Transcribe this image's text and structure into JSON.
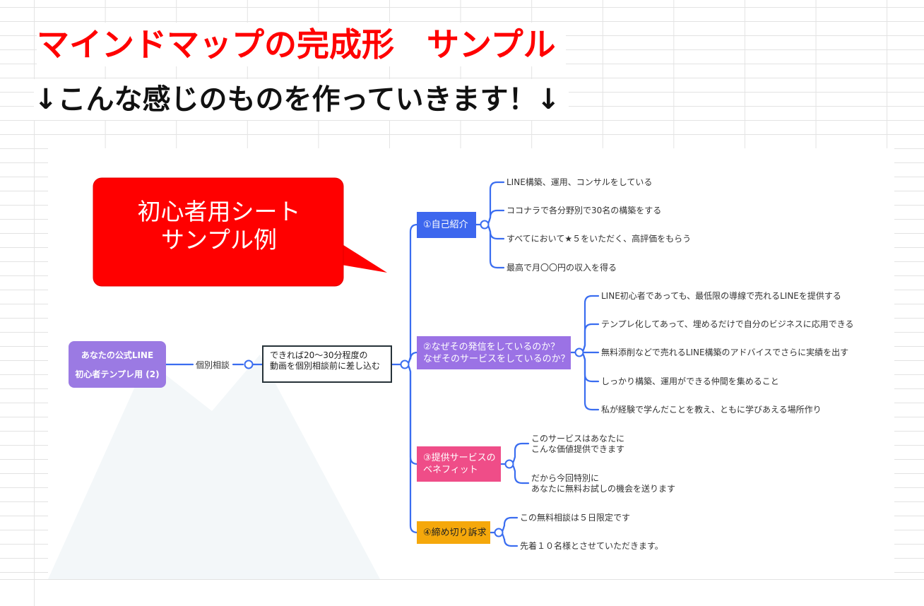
{
  "title": "マインドマップの完成形　サンプル",
  "subtitle": "↓こんな感じのものを作っていきます！↓",
  "callout": {
    "line1": "初心者用シート",
    "line2": "サンプル例",
    "color": "#ff0000"
  },
  "mindmap": {
    "root": {
      "line1": "あなたの公式LINE",
      "line2": "初心者テンプレ用 (2)"
    },
    "edge_label": "個別相談",
    "center": {
      "line1": "できれば20～30分程度の",
      "line2": "動画を個別相談前に差し込む"
    },
    "categories": [
      {
        "lines": [
          "①自己紹介"
        ],
        "color": "#3d67ee",
        "items": [
          [
            "LINE構築、運用、コンサルをしている"
          ],
          [
            "ココナラで各分野別で30名の構築をする"
          ],
          [
            "すべてにおいて★５をいただく、高評価をもらう"
          ],
          [
            "最高で月〇〇円の収入を得る"
          ]
        ]
      },
      {
        "lines": [
          "②なぜその発信をしているのか？",
          "なぜそのサービスをしているのか？"
        ],
        "color": "#9b72e5",
        "items": [
          [
            "LINE初心者であっても、最低限の導線で売れるLINEを提供する"
          ],
          [
            "テンプレ化してあって、埋めるだけで自分のビジネスに応用できる"
          ],
          [
            "無料添削などで売れるLINE構築のアドバイスでさらに実績を出す"
          ],
          [
            "しっかり構築、運用ができる仲間を集めること"
          ],
          [
            "私が経験で学んだことを教え、ともに学びあえる場所作り"
          ]
        ]
      },
      {
        "lines": [
          "③提供サービスの",
          "ベネフィット"
        ],
        "color": "#ef4d88",
        "items": [
          [
            "このサービスはあなたに",
            "こんな価値提供できます"
          ],
          [
            "だから今回特別に",
            "あなたに無料お試しの機会を送ります"
          ]
        ]
      },
      {
        "lines": [
          "④締め切り訴求"
        ],
        "color": "#f5a80b",
        "items": [
          [
            "この無料相談は５日限定です"
          ],
          [
            "先着１０名様とさせていただきます。"
          ]
        ]
      }
    ],
    "line_color": "#3a6df0"
  }
}
